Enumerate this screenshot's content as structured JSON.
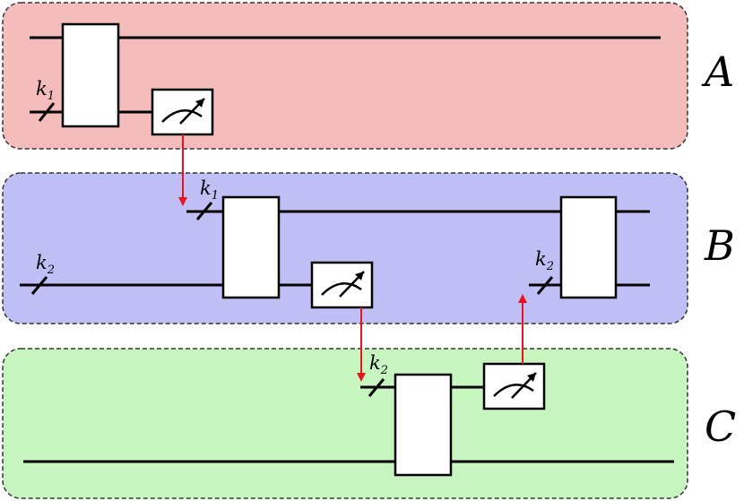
{
  "parties": [
    {
      "id": "A",
      "label": "A",
      "color": "#f5bcbc"
    },
    {
      "id": "B",
      "label": "B",
      "color": "#c0bff5"
    },
    {
      "id": "C",
      "label": "C",
      "color": "#c6f5c0"
    }
  ],
  "registers": {
    "k1": {
      "base": "k",
      "sub": "1"
    },
    "k2": {
      "base": "k",
      "sub": "2"
    }
  },
  "colors": {
    "classical_link": "#e8141d",
    "wire": "#000000",
    "gate_fill": "#ffffff"
  },
  "icons": {
    "measurement": "meter-icon"
  }
}
